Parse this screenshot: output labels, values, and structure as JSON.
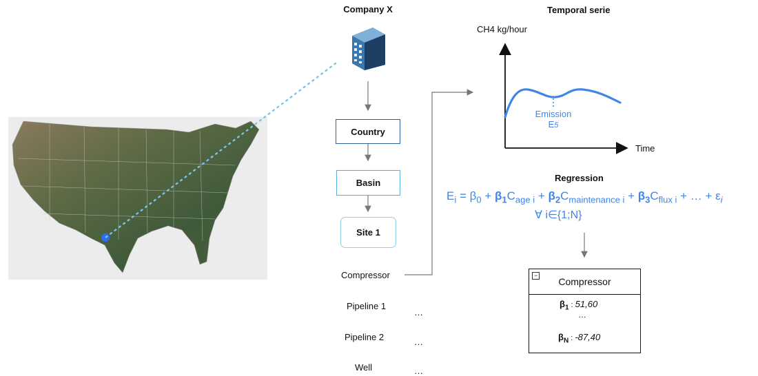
{
  "company": {
    "title": "Company X"
  },
  "hierarchy": {
    "country": "Country",
    "basin": "Basin",
    "site": "Site 1"
  },
  "assets": [
    {
      "label": "Compressor",
      "dots": ""
    },
    {
      "label": "Pipeline 1",
      "dots": "…"
    },
    {
      "label": "Pipeline 2",
      "dots": "…"
    },
    {
      "label": "Well",
      "dots": "…"
    }
  ],
  "temporal": {
    "title": "Temporal serie",
    "y_label": "CH4 kg/hour",
    "x_label": "Time",
    "annotation_line1": "Emission",
    "annotation_line2": "E",
    "annotation_sub": "5"
  },
  "regression": {
    "title": "Regression",
    "lhs": "E",
    "lhs_sub": "i",
    "eq": " = β",
    "b0_sub": "0",
    "plus": " + ",
    "b1": "β",
    "b1_sub": "1",
    "c1": "C",
    "c1_sub": "age i",
    "b2": "β",
    "b2_sub": "2",
    "c2": "C",
    "c2_sub": "maintenance i",
    "b3": "β",
    "b3_sub": "3",
    "c3": "C",
    "c3_sub": "flux i",
    "tail": " + … + ε",
    "eps_sub": "i",
    "forall": "∀ i∈{1;N}"
  },
  "result_card": {
    "collapse_symbol": "−",
    "title": "Compressor",
    "beta1_label": "β",
    "beta1_sub": "1",
    "beta1_sep": " : ",
    "beta1_value": "51,60",
    "ellipsis": "…",
    "betaN_label": "β",
    "betaN_sub": "N",
    "betaN_sep": " : ",
    "betaN_value": "-87,40"
  },
  "colors": {
    "accent_blue": "#3d86e8",
    "box_border_dark": "#2f5f9e",
    "box_border_light": "#55aee0",
    "site_border": "#8fd0ea",
    "arrow_gray": "#777777"
  }
}
